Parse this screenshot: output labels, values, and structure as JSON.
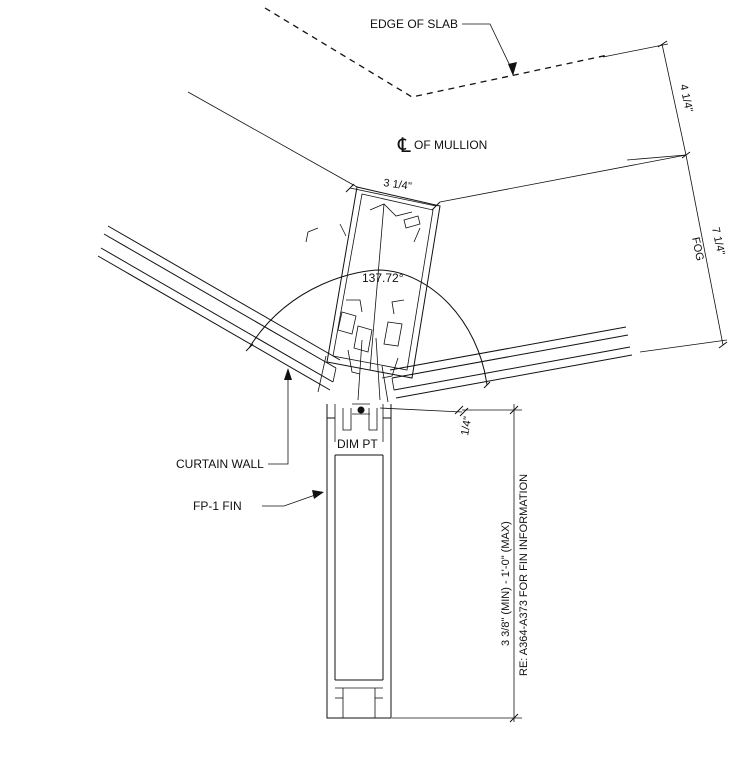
{
  "labels": {
    "edge_of_slab": "EDGE OF SLAB",
    "cl_symbol": "℄",
    "of_mullion": "OF MULLION",
    "dim_3_1_4": "3 1/4\"",
    "angle": "137.72°",
    "dim_4_1_4": "4 1/4\"",
    "dim_7_1_4": "7 1/4\"",
    "fog": "FOG",
    "dim_1_4": "1/4\"",
    "dim_pt": "DIM PT",
    "curtain_wall": "CURTAIN WALL",
    "fp1_fin": "FP-1 FIN",
    "fin_dim": "3 3/8\"  (MIN)  - 1'-0\"  (MAX)",
    "fin_ref": "RE: A364-A373 FOR FIN INFORMATION"
  }
}
